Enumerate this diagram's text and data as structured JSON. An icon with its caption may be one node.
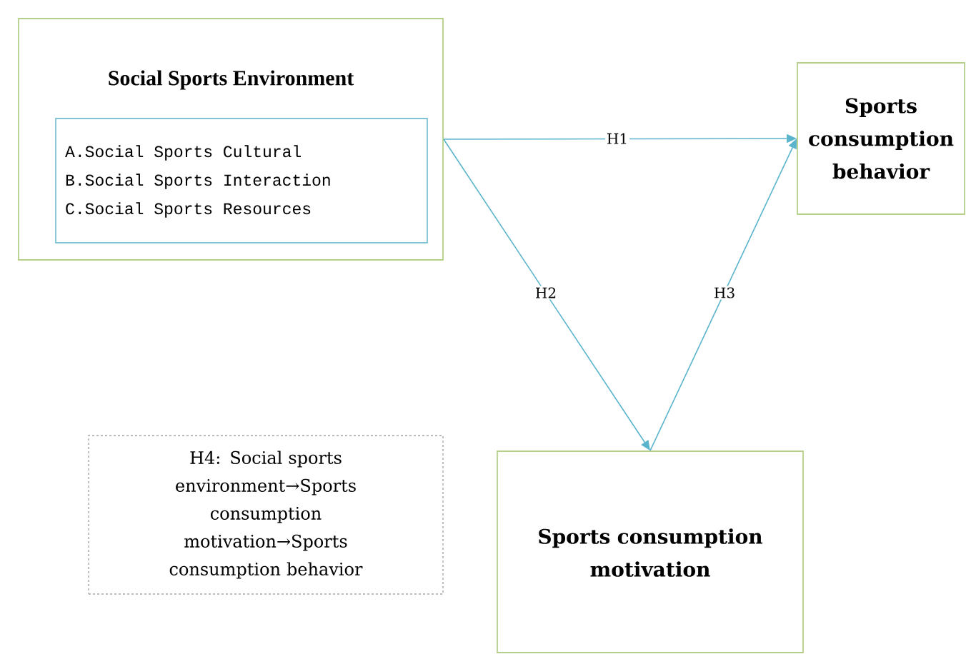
{
  "diagram": {
    "nodes": [
      {
        "text": [
          "Social Sports Environment"
        ]
      },
      {
        "text": [
          "A.Social Sports Cultural",
          "B.Social Sports Interaction",
          "C.Social Sports Resources"
        ],
        "in": 0
      },
      {
        "text": [
          "Sports consumption behavior"
        ]
      },
      {
        "text": [
          "Sports consumption motivation"
        ]
      },
      {
        "text": [
          "H4: Social sports environment→Sports consumption motivation→Sports consumption behavior"
        ]
      }
    ],
    "edges": [
      {
        "from": 0,
        "to": 2,
        "arrow": "to",
        "label": "H1"
      },
      {
        "from": 0,
        "to": 3,
        "arrow": "to",
        "label": "H2"
      },
      {
        "from": 3,
        "to": 2,
        "arrow": "to",
        "label": "H3"
      }
    ]
  }
}
